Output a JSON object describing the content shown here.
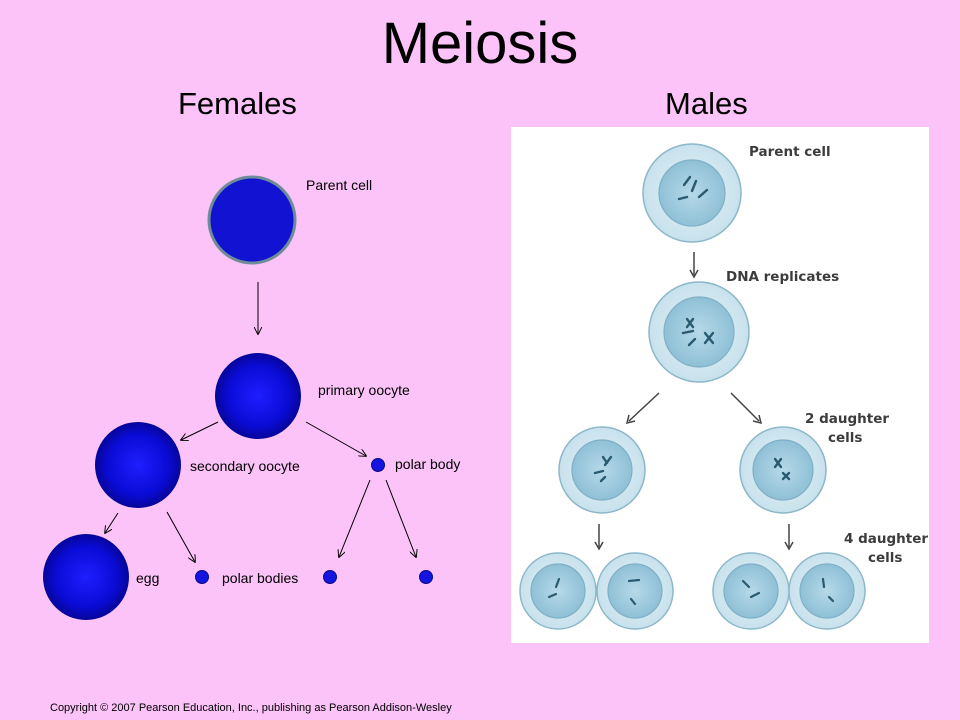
{
  "title": "Meiosis",
  "females": {
    "heading": "Females",
    "labels": {
      "parent_cell": "Parent cell",
      "primary_oocyte": "primary oocyte",
      "secondary_oocyte": "secondary oocyte",
      "polar_body": "polar body",
      "egg": "egg",
      "polar_bodies": "polar bodies"
    },
    "colors": {
      "cell_fill": "#1010d8",
      "cell_stroke": "#6d8c99"
    }
  },
  "males": {
    "heading": "Males",
    "labels": {
      "parent_cell": "Parent cell",
      "dna_replicates": "DNA replicates",
      "two_daughter_line1": "2 daughter",
      "two_daughter_line2": "cells",
      "four_daughter_line1": "4 daughter",
      "four_daughter_line2": "cells"
    },
    "colors": {
      "cell_outer": "#cfe6ef",
      "cell_inner": "#9cc9dd",
      "stroke": "#88b3c6"
    }
  },
  "copyright": "Copyright © 2007 Pearson Education, Inc., publishing as Pearson Addison-Wesley"
}
